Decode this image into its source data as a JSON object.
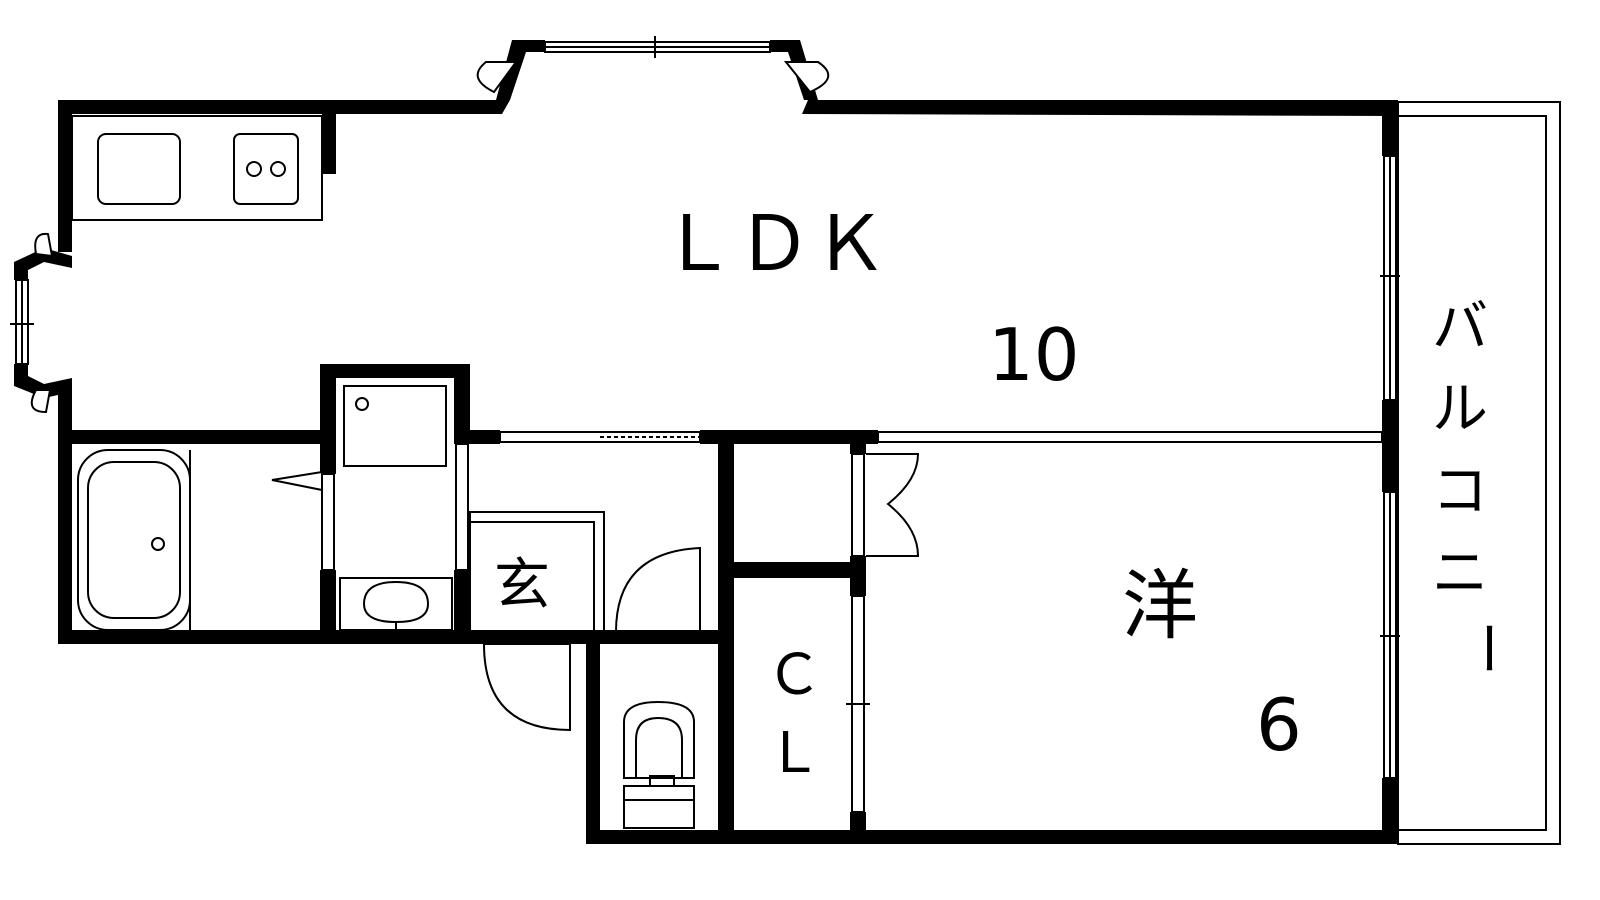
{
  "plan": {
    "rooms": {
      "ldk": {
        "label": "ＬＤＫ",
        "size": "10"
      },
      "western": {
        "label": "洋",
        "size": "6"
      },
      "closet": {
        "label_top": "Ｃ",
        "label_bottom": "Ｌ"
      },
      "entrance": {
        "label": "玄"
      },
      "balcony": {
        "label": [
          "バ",
          "ル",
          "コ",
          "ニ",
          "ー"
        ]
      }
    },
    "colors": {
      "wall": "#000000",
      "background": "#ffffff"
    },
    "icons": [
      "sink-icon",
      "stove-icon",
      "bathtub-icon",
      "washbasin-icon",
      "toilet-icon",
      "door-swing-icon",
      "window-icon"
    ]
  }
}
